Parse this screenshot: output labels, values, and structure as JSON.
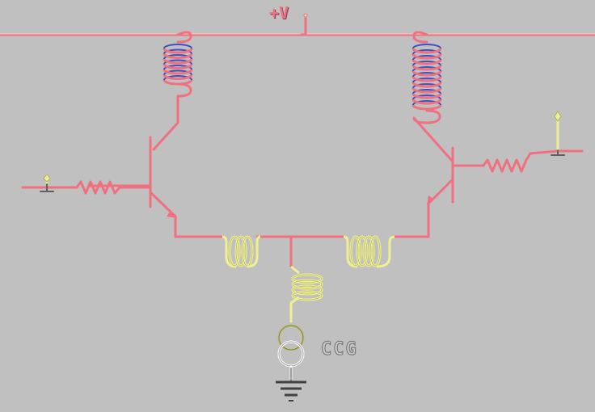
{
  "labels": {
    "supply": "+V",
    "current_source": "CCG"
  },
  "colors": {
    "background": "#c0c0c0",
    "wire": "#f07080",
    "emitter_wire": "#f0f090",
    "coil_core": "#4050c0",
    "ground": "#606060"
  },
  "icons": [
    "supply-rail",
    "inductor-icon",
    "transistor-npn-icon",
    "resistor-icon",
    "input-terminal-icon",
    "current-source-icon",
    "ground-icon"
  ]
}
